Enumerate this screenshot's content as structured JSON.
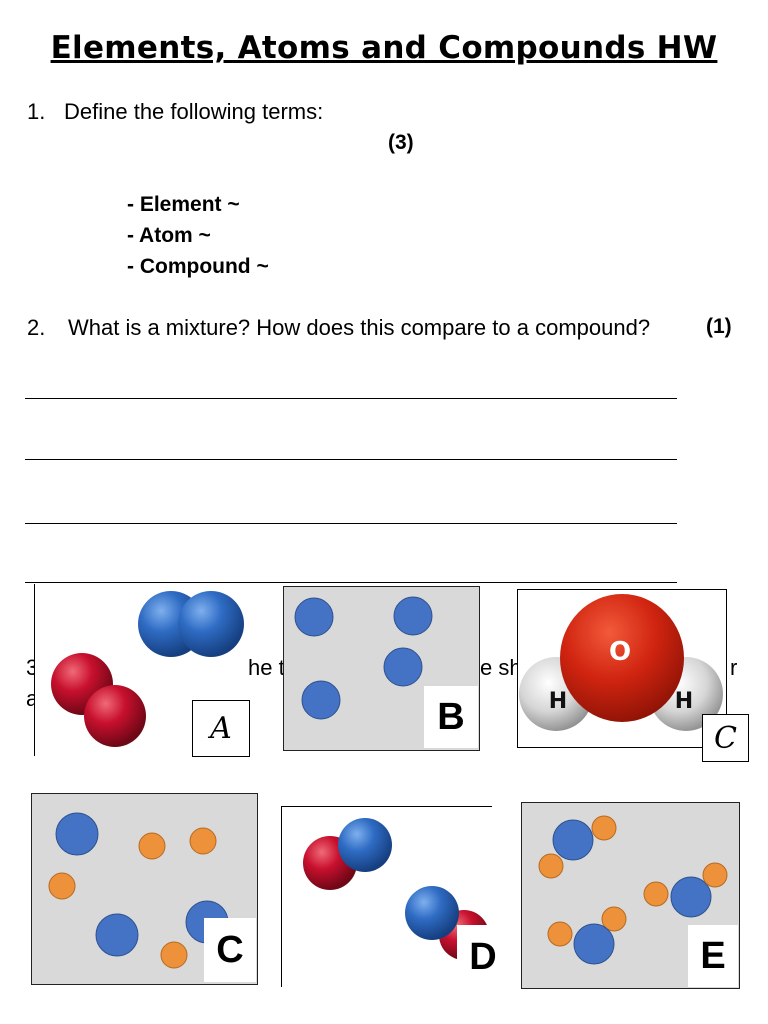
{
  "title": "Elements, Atoms and Compounds HW",
  "q1": {
    "number": "1.",
    "text": "Define the following terms:",
    "marks": "(3)"
  },
  "terms": [
    "- Element ~",
    "- Atom ~",
    "- Compound ~"
  ],
  "q2": {
    "number": "2.",
    "text": "What is a mixture? How does this compare to a compound?",
    "marks": "(1)"
  },
  "q3_fragments": [
    "3",
    "he t",
    "e sh",
    "r",
    "a"
  ],
  "diagrams": {
    "a": "A",
    "b": "B",
    "c_top": "C",
    "c_bottom": "C",
    "d": "D",
    "e": "E"
  },
  "water_atoms": {
    "oxygen": "O",
    "hydrogen_left": "H",
    "hydrogen_right": "H"
  },
  "colors": {
    "blue_atom": "#3f6fca",
    "red_atom": "#c0102a",
    "orange_atom": "#e8913a",
    "panel_gray": "#d9d9d9"
  }
}
